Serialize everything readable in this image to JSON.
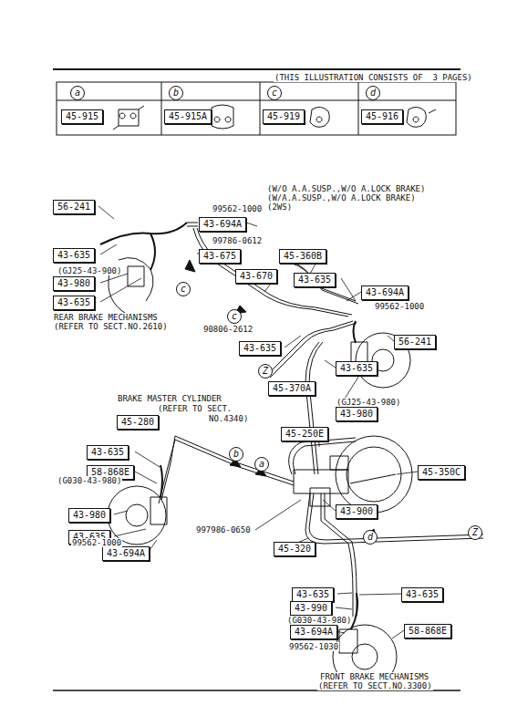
{
  "diagram": {
    "nodes": [
      {
        "text": [
          "a"
        ]
      },
      {
        "text": [
          "b"
        ]
      },
      {
        "text": [
          "c"
        ]
      },
      {
        "text": [
          "d"
        ]
      },
      {
        "text": [
          "45-915"
        ]
      },
      {
        "text": [
          "45-915A"
        ]
      },
      {
        "text": [
          "45-919"
        ]
      },
      {
        "text": [
          "45-916"
        ]
      },
      {
        "text": [
          "56-241"
        ]
      },
      {
        "text": [
          "43-694A"
        ]
      },
      {
        "text": [
          "43-675"
        ]
      },
      {
        "text": [
          "45-360B"
        ]
      },
      {
        "text": [
          "43-635"
        ]
      },
      {
        "text": [
          "43-980"
        ]
      },
      {
        "text": [
          "43-670"
        ]
      },
      {
        "text": [
          "43-635"
        ]
      },
      {
        "text": [
          "43-694A"
        ]
      },
      {
        "text": [
          "43-635"
        ]
      },
      {
        "text": [
          "c"
        ]
      },
      {
        "text": [
          "c"
        ]
      },
      {
        "text": [
          "43-635"
        ]
      },
      {
        "text": [
          "56-241"
        ]
      },
      {
        "text": [
          "Z"
        ]
      },
      {
        "text": [
          "43-635"
        ]
      },
      {
        "text": [
          "45-370A"
        ]
      },
      {
        "text": [
          "43-980"
        ]
      },
      {
        "text": [
          "45-280"
        ]
      },
      {
        "text": [
          "45-250E"
        ]
      },
      {
        "text": [
          "43-635"
        ]
      },
      {
        "text": [
          "b"
        ]
      },
      {
        "text": [
          "a"
        ]
      },
      {
        "text": [
          "58-868E"
        ]
      },
      {
        "text": [
          "45-350C"
        ]
      },
      {
        "text": [
          "43-980"
        ]
      },
      {
        "text": [
          "43-900"
        ]
      },
      {
        "text": [
          "43-635"
        ]
      },
      {
        "text": [
          "d"
        ]
      },
      {
        "text": [
          "Z"
        ]
      },
      {
        "text": [
          "45-320"
        ]
      },
      {
        "text": [
          "43-694A"
        ]
      },
      {
        "text": [
          "43-635"
        ]
      },
      {
        "text": [
          "43-635"
        ]
      },
      {
        "text": [
          "43-990"
        ]
      },
      {
        "text": [
          "43-694A"
        ]
      },
      {
        "text": [
          "58-868E"
        ]
      }
    ],
    "labels": [
      "(THIS ILLUSTRATION CONSISTS OF  3 PAGES)",
      "(W/O A.A.SUSP.,W/O A.LOCK BRAKE)",
      "(W/A.A.SUSP.,W/O A.LOCK BRAKE)",
      "(2WS)",
      "99562-1000",
      "99786-0612",
      "(GJ25-43-900)",
      "90806-2612",
      "99562-1000",
      "REAR BRAKE MECHANISMS",
      "(REFER TO SECT.NO.2610)",
      "(GJ25-43-980)",
      "BRAKE MASTER CYLINDER",
      "(REFER TO SECT.",
      "NO.4340)",
      "(G030-43-980)",
      "99562-1000",
      "997986-0650",
      "(G030-43-980)",
      "99562-1030",
      "FRONT BRAKE MECHANISMS",
      "(REFER TO SECT.NO.3300)"
    ]
  }
}
